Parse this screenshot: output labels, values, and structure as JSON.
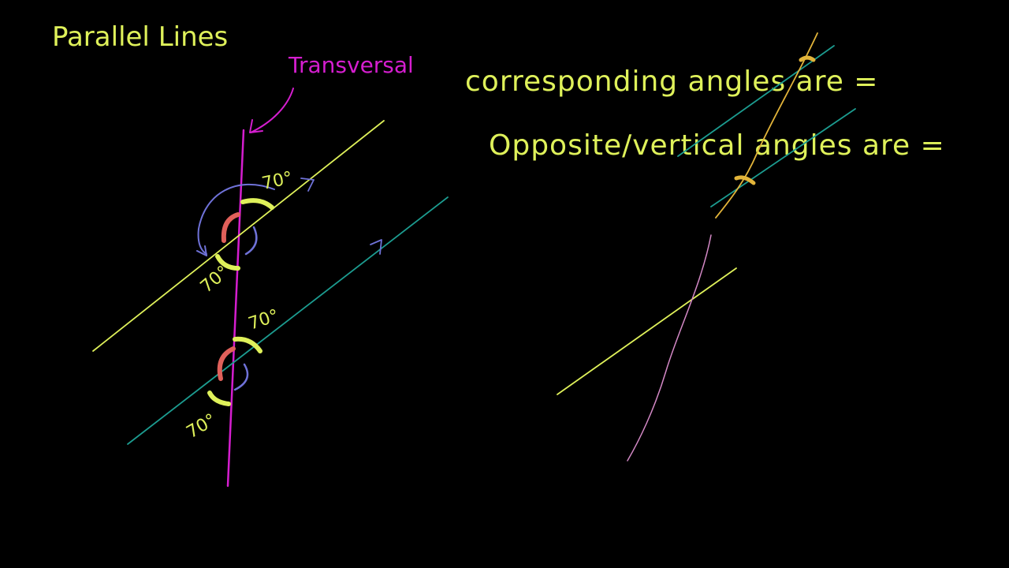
{
  "title": "Parallel Lines",
  "labels": {
    "transversal": "Transversal",
    "angle_top_upper": "70°",
    "angle_top_lower": "70°",
    "angle_bottom_upper": "70°",
    "angle_bottom_lower": "70°"
  },
  "rules": {
    "corresponding": "corresponding angles are =",
    "vertical": "Opposite/vertical angles are ="
  },
  "colors": {
    "background": "#000000",
    "chalk_yellow": "#dff15a",
    "transversal_magenta": "#d51ecf",
    "line_teal": "#1c9c90",
    "arc_blue": "#6f72d8",
    "arc_red": "#e0605a",
    "sketch_orange": "#e2b43a",
    "sketch_pink": "#d489c6"
  }
}
